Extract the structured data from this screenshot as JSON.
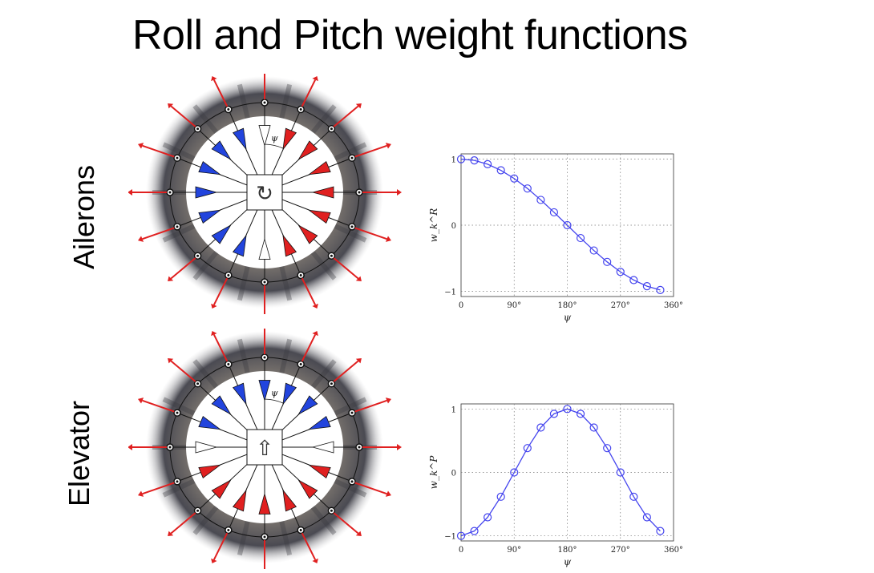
{
  "title": "Roll and Pitch weight functions",
  "row_labels": {
    "ailerons": "Ailerons",
    "elevator": "Elevator"
  },
  "diagram": {
    "psi_symbol": "ψ",
    "roll_arrow_glyph": "↻",
    "pitch_arrow_glyph": "⇧"
  },
  "colors": {
    "series": "#4444ee",
    "pos": "#e02020",
    "neg": "#2244dd",
    "arrow": "#e02020"
  },
  "chart_data": [
    {
      "type": "line",
      "name": "roll",
      "ylabel": "w_k^R",
      "xlabel": "ψ",
      "x": [
        0,
        22.5,
        45,
        67.5,
        90,
        112.5,
        135,
        157.5,
        180,
        202.5,
        225,
        247.5,
        270,
        292.5,
        315,
        337.5
      ],
      "y": [
        1,
        0.981,
        0.924,
        0.831,
        0.707,
        0.556,
        0.383,
        0.195,
        0,
        -0.195,
        -0.383,
        -0.556,
        -0.707,
        -0.831,
        -0.924,
        -0.981
      ],
      "xlim": [
        0,
        360
      ],
      "ylim": [
        -1.08,
        1.08
      ],
      "xticks": [
        "0",
        "90°",
        "180°",
        "270°",
        "360°"
      ],
      "yticks": [
        "1",
        "0",
        "−1"
      ],
      "grid": true
    },
    {
      "type": "line",
      "name": "pitch",
      "ylabel": "w_k^P",
      "xlabel": "ψ",
      "x": [
        0,
        22.5,
        45,
        67.5,
        90,
        112.5,
        135,
        157.5,
        180,
        202.5,
        225,
        247.5,
        270,
        292.5,
        315,
        337.5
      ],
      "y": [
        -1,
        -0.924,
        -0.707,
        -0.383,
        0,
        0.383,
        0.707,
        0.924,
        1,
        0.924,
        0.707,
        0.383,
        0,
        -0.383,
        -0.707,
        -0.924
      ],
      "xlim": [
        0,
        360
      ],
      "ylim": [
        -1.08,
        1.08
      ],
      "xticks": [
        "0",
        "90°",
        "180°",
        "270°",
        "360°"
      ],
      "yticks": [
        "1",
        "0",
        "−1"
      ],
      "grid": true
    }
  ]
}
